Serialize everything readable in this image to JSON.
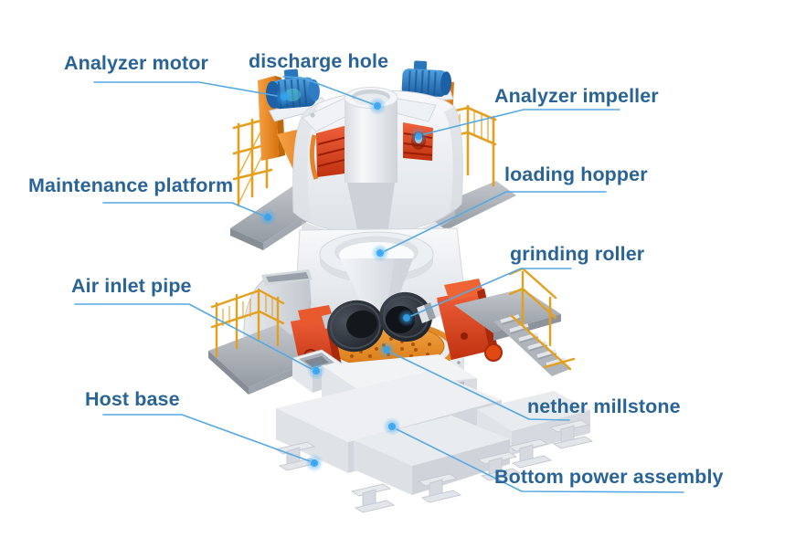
{
  "diagram": {
    "kind": "labeled machine structure diagram",
    "subject": "grinding mill"
  },
  "labels": [
    {
      "id": "analyzer-motor",
      "text": "Analyzer motor"
    },
    {
      "id": "discharge-hole",
      "text": "discharge hole"
    },
    {
      "id": "analyzer-impeller",
      "text": "Analyzer impeller"
    },
    {
      "id": "maintenance-platform",
      "text": "Maintenance platform"
    },
    {
      "id": "loading-hopper",
      "text": "loading hopper"
    },
    {
      "id": "grinding-roller",
      "text": "grinding roller"
    },
    {
      "id": "air-inlet-pipe",
      "text": "Air inlet pipe"
    },
    {
      "id": "nether-millstone",
      "text": "nether millstone"
    },
    {
      "id": "host-base",
      "text": "Host base"
    },
    {
      "id": "bottom-power-assembly",
      "text": "Bottom power assembly"
    }
  ],
  "colors": {
    "label_text": "#2a6496",
    "leader_line": "#56a9e3",
    "leader_dot": "#2fa3f0",
    "railing_yellow": "#e3a01f",
    "machine_orange": "#e8831f",
    "machine_red": "#d9411c",
    "motor_blue": "#2472bd",
    "millstone_orange": "#e88a28",
    "housing_white": "#eef0f3",
    "platform_gray": "#a9afb7"
  }
}
